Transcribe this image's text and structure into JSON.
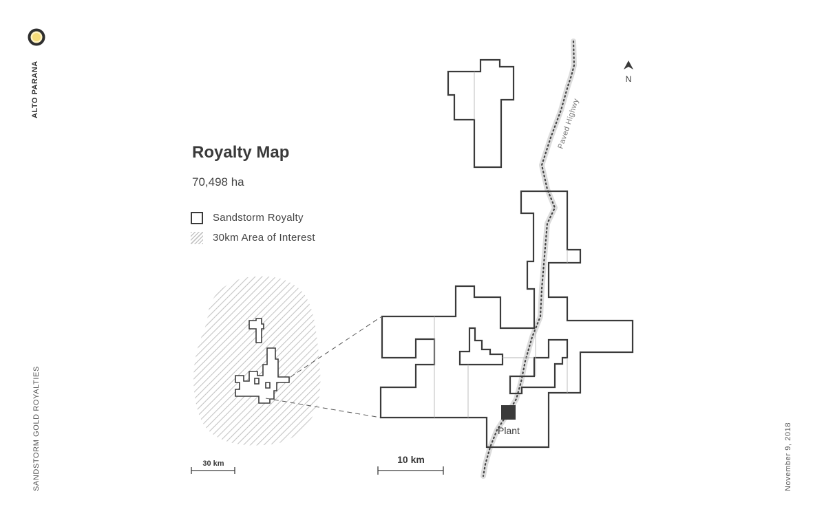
{
  "brand": {
    "project_name": "ALTO PARANA",
    "company_name": "SANDSTORM GOLD ROYALTIES",
    "date": "November 9, 2018",
    "logo_icon": "ring-logo-icon"
  },
  "map": {
    "title": "Royalty Map",
    "area": "70,498 ha",
    "legend": [
      {
        "label": "Sandstorm Royalty",
        "swatch": "outline"
      },
      {
        "label": "30km Area of Interest",
        "swatch": "hatch"
      }
    ],
    "road_label": "Paved Highwy",
    "plant_label": "Plant",
    "north_label": "N",
    "scale_small": "30 km",
    "scale_large": "10 km"
  },
  "colors": {
    "outline": "#3a3a3a",
    "hatch": "#c4c4c4",
    "road": "#dddddd",
    "logo_ring": "#b89a2c"
  }
}
